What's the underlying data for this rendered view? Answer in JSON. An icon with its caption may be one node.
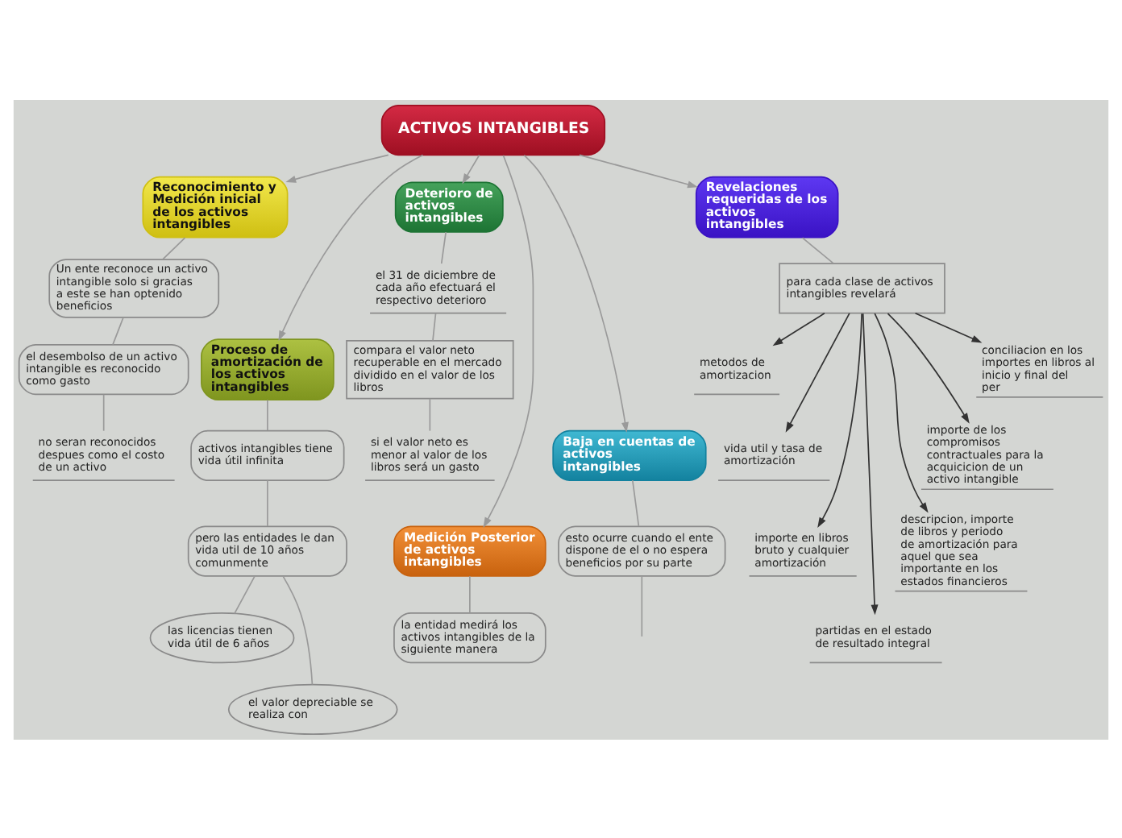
{
  "diagram": {
    "nodes": [
      {
        "text": [
          "ACTIVOS INTANGIBLES"
        ]
      },
      {
        "text": [
          "Reconocimiento y Medición inicial de los activos intangibles"
        ]
      },
      {
        "text": [
          "Un ente reconoce un activo intangible solo si gracias a este se han optenido beneficios"
        ]
      },
      {
        "text": [
          "el desembolso de un activo intangible es reconocido como gasto"
        ]
      },
      {
        "text": [
          "no seran reconocidos despues como el costo de un activo"
        ]
      },
      {
        "text": [
          "Proceso de amortización de los activos intangibles"
        ]
      },
      {
        "text": [
          "activos intangibles tiene vida útil infinita"
        ]
      },
      {
        "text": [
          "pero las entidades le dan vida util de 10 años comunmente"
        ]
      },
      {
        "text": [
          "las licencias tienen vida útil de 6 años"
        ]
      },
      {
        "text": [
          "el valor depreciable se realiza con"
        ]
      },
      {
        "text": [
          "Deterioro de activos intangibles"
        ]
      },
      {
        "text": [
          "el 31 de diciembre de cada año efectuará el respectivo deterioro"
        ]
      },
      {
        "text": [
          "compara el valor neto recuperable en el mercado dividido en el valor de los libros"
        ]
      },
      {
        "text": [
          "si el valor neto es menor al valor de los libros será un gasto"
        ]
      },
      {
        "text": [
          "Medición Posterior de activos intangibles"
        ]
      },
      {
        "text": [
          "la entidad medirá los activos intangibles de la siguiente manera"
        ]
      },
      {
        "text": [
          "Baja en cuentas de activos intangibles"
        ]
      },
      {
        "text": [
          "esto ocurre cuando el ente dispone de el o no espera beneficios por su parte"
        ]
      },
      {
        "text": [
          "Revelaciones requeridas de los activos intangibles"
        ]
      },
      {
        "text": [
          "para cada clase de activos intangibles revelará"
        ]
      },
      {
        "text": [
          "metodos de amortizacion"
        ]
      },
      {
        "text": [
          "vida util y tasa de amortización"
        ]
      },
      {
        "text": [
          "importe en libros bruto y cualquier amortización"
        ]
      },
      {
        "text": [
          "partidas en el estado de resultado integral"
        ]
      },
      {
        "text": [
          "descripcion, importe de libros y periodo de amortización para aquel que sea importante en los estados financieros"
        ]
      },
      {
        "text": [
          "importe de los compromisos contractuales para la acquicicion de un activo intangible"
        ]
      },
      {
        "text": [
          "conciliacion en los importes en libros al inicio y final del per"
        ]
      }
    ],
    "edges": [
      {
        "from": 0,
        "to": 1,
        "arrow": "to"
      },
      {
        "from": 1,
        "to": 2,
        "arrow": "none"
      },
      {
        "from": 2,
        "to": 3,
        "arrow": "none"
      },
      {
        "from": 3,
        "to": 4,
        "arrow": "none"
      },
      {
        "from": 0,
        "to": 5,
        "arrow": "to"
      },
      {
        "from": 5,
        "to": 6,
        "arrow": "none"
      },
      {
        "from": 6,
        "to": 7,
        "arrow": "none"
      },
      {
        "from": 7,
        "to": 8,
        "arrow": "none"
      },
      {
        "from": 7,
        "to": 9,
        "arrow": "none"
      },
      {
        "from": 0,
        "to": 10,
        "arrow": "to"
      },
      {
        "from": 10,
        "to": 11,
        "arrow": "none"
      },
      {
        "from": 11,
        "to": 12,
        "arrow": "none"
      },
      {
        "from": 12,
        "to": 13,
        "arrow": "none"
      },
      {
        "from": 0,
        "to": 14,
        "arrow": "to"
      },
      {
        "from": 14,
        "to": 15,
        "arrow": "none"
      },
      {
        "from": 0,
        "to": 16,
        "arrow": "to"
      },
      {
        "from": 16,
        "to": 17,
        "arrow": "none"
      },
      {
        "from": 17,
        "to": null,
        "arrow": "none"
      },
      {
        "from": 0,
        "to": 18,
        "arrow": "to"
      },
      {
        "from": 18,
        "to": 19,
        "arrow": "none"
      },
      {
        "from": 19,
        "to": 20,
        "arrow": "to",
        "color": "#333333"
      },
      {
        "from": 19,
        "to": 21,
        "arrow": "to",
        "color": "#333333"
      },
      {
        "from": 19,
        "to": 22,
        "arrow": "to",
        "color": "#333333"
      },
      {
        "from": 19,
        "to": 23,
        "arrow": "to",
        "color": "#333333"
      },
      {
        "from": 19,
        "to": 24,
        "arrow": "to",
        "color": "#333333"
      },
      {
        "from": 19,
        "to": 25,
        "arrow": "to",
        "color": "#333333"
      },
      {
        "from": 19,
        "to": 26,
        "arrow": "to",
        "color": "#333333"
      }
    ]
  }
}
